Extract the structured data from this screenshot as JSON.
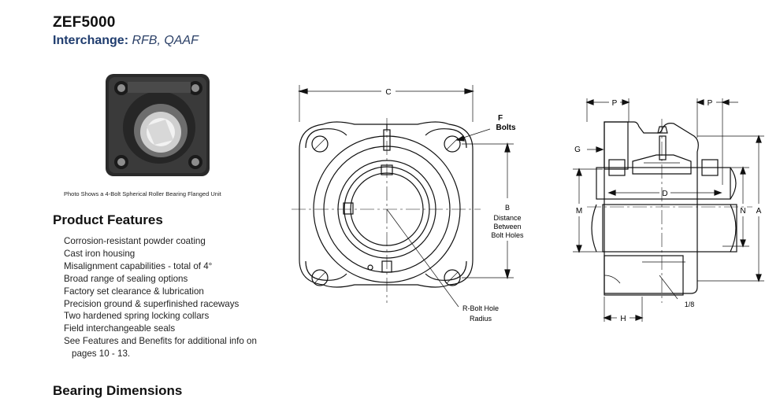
{
  "header": {
    "title": "ZEF5000",
    "interchange_label": "Interchange:",
    "interchange_value": " RFB, QAAF"
  },
  "photo": {
    "caption": "Photo Shows a 4-Bolt Spherical Roller Bearing Flanged Unit"
  },
  "features": {
    "heading": "Product Features",
    "items": [
      "Corrosion-resistant powder coating",
      "Cast iron housing",
      "Misalignment capabilities - total of 4°",
      "Broad range of sealing options",
      "Factory set clearance & lubrication",
      "Precision ground & superfinished raceways",
      "Two hardened spring locking collars",
      "Field interchangeable seals",
      "See Features and Benefits for additional info on"
    ],
    "continuation": "pages 10 - 13."
  },
  "dimensions": {
    "heading": "Bearing Dimensions"
  },
  "front_view": {
    "label_c": "C",
    "label_f": "F",
    "label_bolts": "Bolts",
    "label_b": "B",
    "label_distance": "Distance",
    "label_between": "Between",
    "label_bolt_holes": "Bolt Holes",
    "label_r_bolt_hole": "R-Bolt Hole",
    "label_radius": "Radius"
  },
  "side_view": {
    "label_p_left": "P",
    "label_p_right": "P",
    "label_g": "G",
    "label_d": "D",
    "label_m": "M",
    "label_n": "N",
    "label_a": "A",
    "label_fraction": "1/8",
    "label_h": "H"
  }
}
